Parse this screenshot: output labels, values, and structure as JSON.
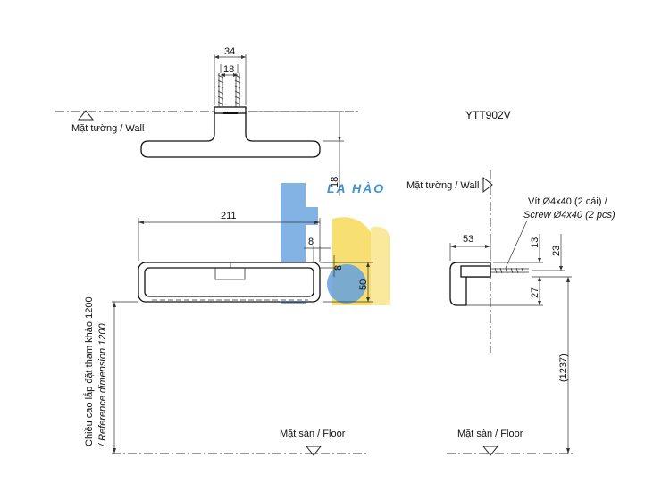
{
  "model": "YTT902V",
  "labels": {
    "wall_top": "Mặt tường / Wall",
    "wall_side": "Mặt tường / Wall",
    "floor_front": "Mặt sàn / Floor",
    "floor_side": "Mặt sàn / Floor",
    "screw_line1": "Vít Ø4x40 (2 cái) /",
    "screw_line2": "Screw Ø4x40 (2 pcs)",
    "vertical_line1": "Chiều cao lắp đặt tham khảo 1200",
    "vertical_line2": "/ Reference dimension 1200"
  },
  "dimensions": {
    "top_width_outer": "34",
    "top_width_inner": "18",
    "depth_offset": "18",
    "front_width": "211",
    "front_wall_thickness": "8",
    "front_wall_thickness_2": "8",
    "front_height": "50",
    "side_depth": "53",
    "side_top_offset": "13",
    "side_upper": "23",
    "side_lower": "27",
    "side_height": "(1237)"
  },
  "watermark": {
    "text": "LA HÀO",
    "colors": {
      "blue": "#4a90d9",
      "yellow": "#f5d23c"
    }
  },
  "colors": {
    "line": "#222222",
    "background": "#ffffff"
  }
}
